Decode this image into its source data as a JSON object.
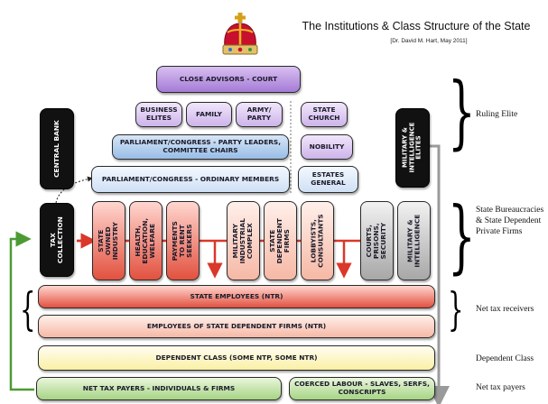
{
  "header": {
    "title": "The Institutions & Class Structure of the State",
    "subtitle": "[Dr. David M. Hart, May 2011]"
  },
  "icons": {
    "crown": "crown-icon"
  },
  "boxes": {
    "close_advisors": "Close advisors - Court",
    "business_elites": "Business Elites",
    "family": "Family",
    "army_party": "Army/ Party",
    "state_church": "State Church",
    "parliament_leaders": "Parliament/Congress - Party Leaders, Committee Chairs",
    "nobility": "Nobility",
    "parliament_ordinary": "Parliament/Congress - Ordinary Members",
    "estates_general": "Estates General",
    "central_bank": "Central Bank",
    "military_elites": "Military & Intelligence Elites",
    "tax_collection": "Tax Collection",
    "state_owned_industry": "State Owned Industry",
    "health_education": "Health, Education, Welfare",
    "payments_rent": "Payments to Rent Seekers",
    "mic": "Military Industrial Complex",
    "state_dependent_firms": "State Dependent Firms",
    "lobbyists": "Lobbyists, Consultants",
    "courts": "Courts, Prisons, Security",
    "military_intel": "Military & Intelligence",
    "state_employees": "State Employees (NTR)",
    "employees_sdf": "Employees of State Dependent Firms (NTR)",
    "dependent_class": "Dependent Class (some NTP, some NTR)",
    "net_tax_payers": "Net Tax Payers - Individuals & Firms",
    "coerced_labour": "Coerced Labour - Slaves, Serfs, Conscripts"
  },
  "side_labels": {
    "ruling_elite": "Ruling Elite",
    "state_bureaucracies": "State Bureaucracies & State Dependent Private Firms",
    "net_tax_receivers": "Net tax receivers",
    "dependent_class": "Dependent Class",
    "net_tax_payers": "Net tax payers"
  },
  "colors": {
    "purple": "#a57bd6",
    "blue": "#98bde6",
    "red": "#e2513f",
    "pink": "#f6b8a5",
    "yellow": "#faf0a5",
    "green": "#a6d484",
    "arrow_red": "#d9382a",
    "arrow_green": "#4c9a34",
    "arrow_grey": "#9a9a9a"
  }
}
